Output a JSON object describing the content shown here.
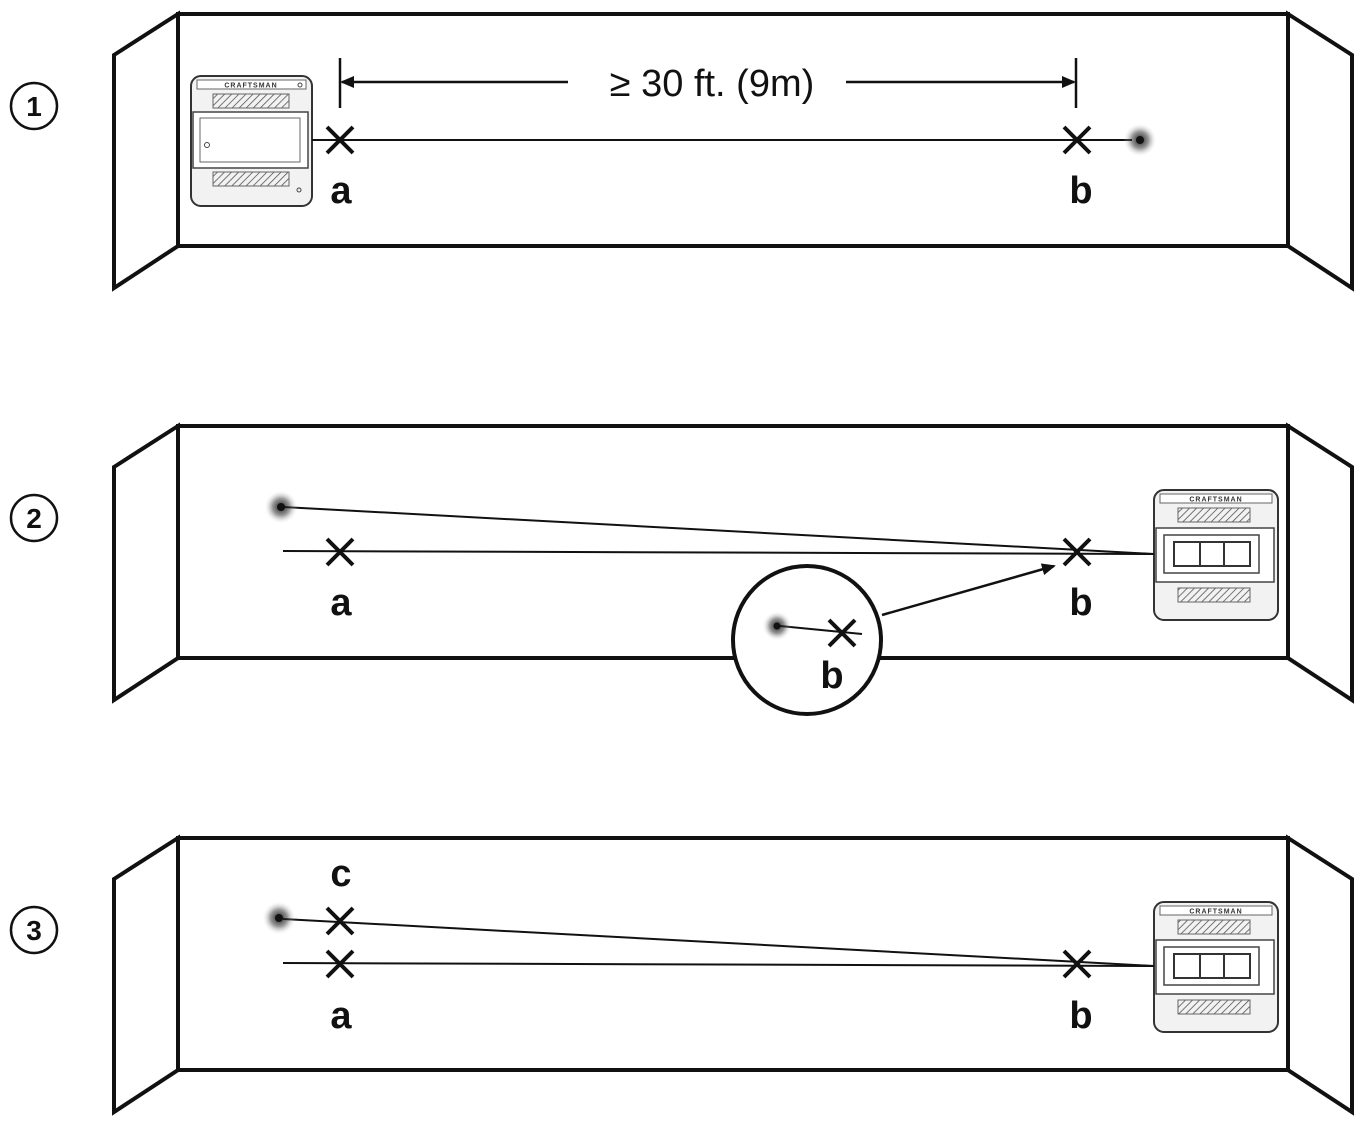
{
  "steps": [
    {
      "number": "1",
      "labels": {
        "a": "a",
        "b": "b"
      },
      "dimension": "≥ 30 ft. (9m)",
      "brand": "CRAFTSMAN"
    },
    {
      "number": "2",
      "labels": {
        "a": "a",
        "b": "b",
        "inset_b": "b"
      },
      "brand": "CRAFTSMAN"
    },
    {
      "number": "3",
      "labels": {
        "a": "a",
        "b": "b",
        "c": "c"
      },
      "brand": "CRAFTSMAN"
    }
  ]
}
